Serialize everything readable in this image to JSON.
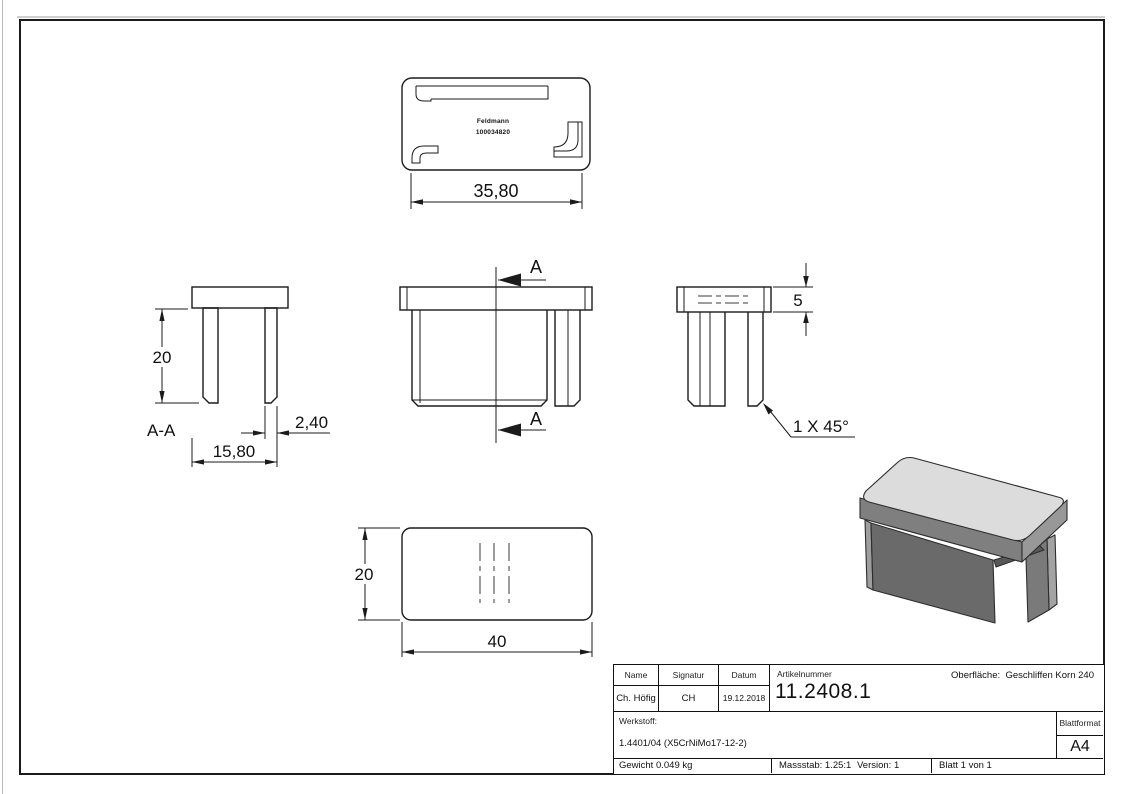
{
  "views": {
    "top": {
      "brand": "Feldmann",
      "part_number": "100034820",
      "dim_width": "35,80"
    },
    "section": {
      "label": "A-A",
      "dim_height": "20",
      "dim_wall_thickness": "2,40",
      "dim_inner_width": "15,80"
    },
    "front": {
      "cut_label_top": "A",
      "cut_label_bottom": "A"
    },
    "side": {
      "dim_cap_height": "5",
      "chamfer_note": "1 X 45°"
    },
    "bottom": {
      "dim_height": "20",
      "dim_width": "40"
    }
  },
  "title_block": {
    "name_label": "Name",
    "signature_label": "Signatur",
    "date_label": "Datum",
    "article_label": "Artikelnummer",
    "name_value": "Ch. Höfig",
    "signature_value": "CH",
    "date_value": "19.12.2018",
    "article_value": "11.2408.1",
    "surface_label": "Oberfläche:",
    "surface_value": "Geschliffen Korn 240",
    "material_label": "Werkstoff:",
    "material_value": "1.4401/04 (X5CrNiMo17-12-2)",
    "weight": "Gewicht 0.049 kg",
    "scale": "Massstab: 1.25:1",
    "version": "Version: 1",
    "sheet": "Blatt 1 von 1",
    "format_label": "Blattformat",
    "format_value": "A4"
  }
}
